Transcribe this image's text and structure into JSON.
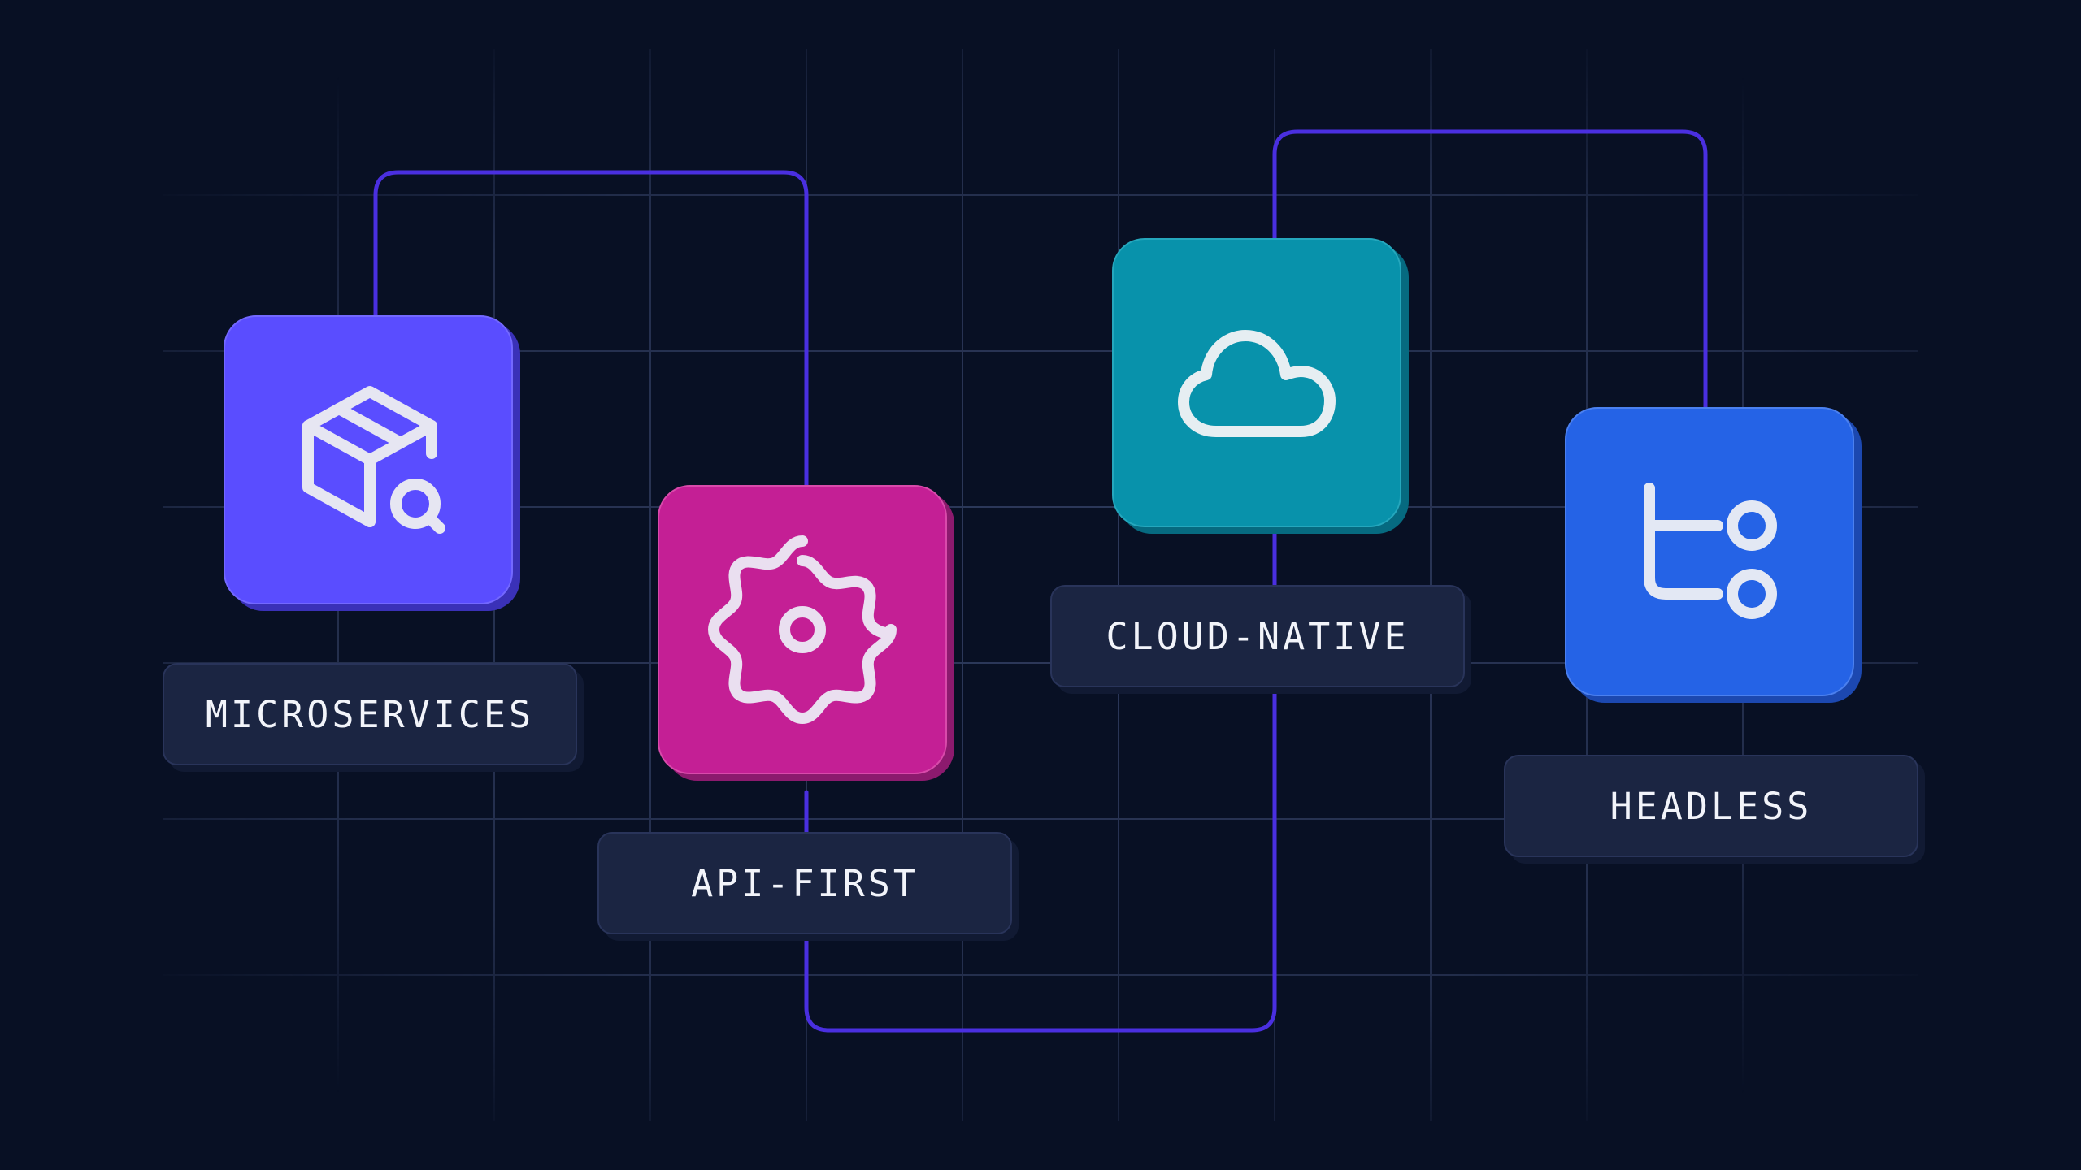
{
  "diagram": {
    "nodes": [
      {
        "id": "microservices",
        "label": "MICROSERVICES",
        "icon": "package-search-icon",
        "color": "#5a4dff"
      },
      {
        "id": "api-first",
        "label": "API-FIRST",
        "icon": "gear-icon",
        "color": "#c41f95"
      },
      {
        "id": "cloud-native",
        "label": "CLOUD-NATIVE",
        "icon": "cloud-icon",
        "color": "#0892ab"
      },
      {
        "id": "headless",
        "label": "HEADLESS",
        "icon": "branch-icon",
        "color": "#2563e6"
      }
    ],
    "connector_color": "#4a2fe0",
    "grid_color": "#2a3656",
    "background_color": "#081024"
  }
}
